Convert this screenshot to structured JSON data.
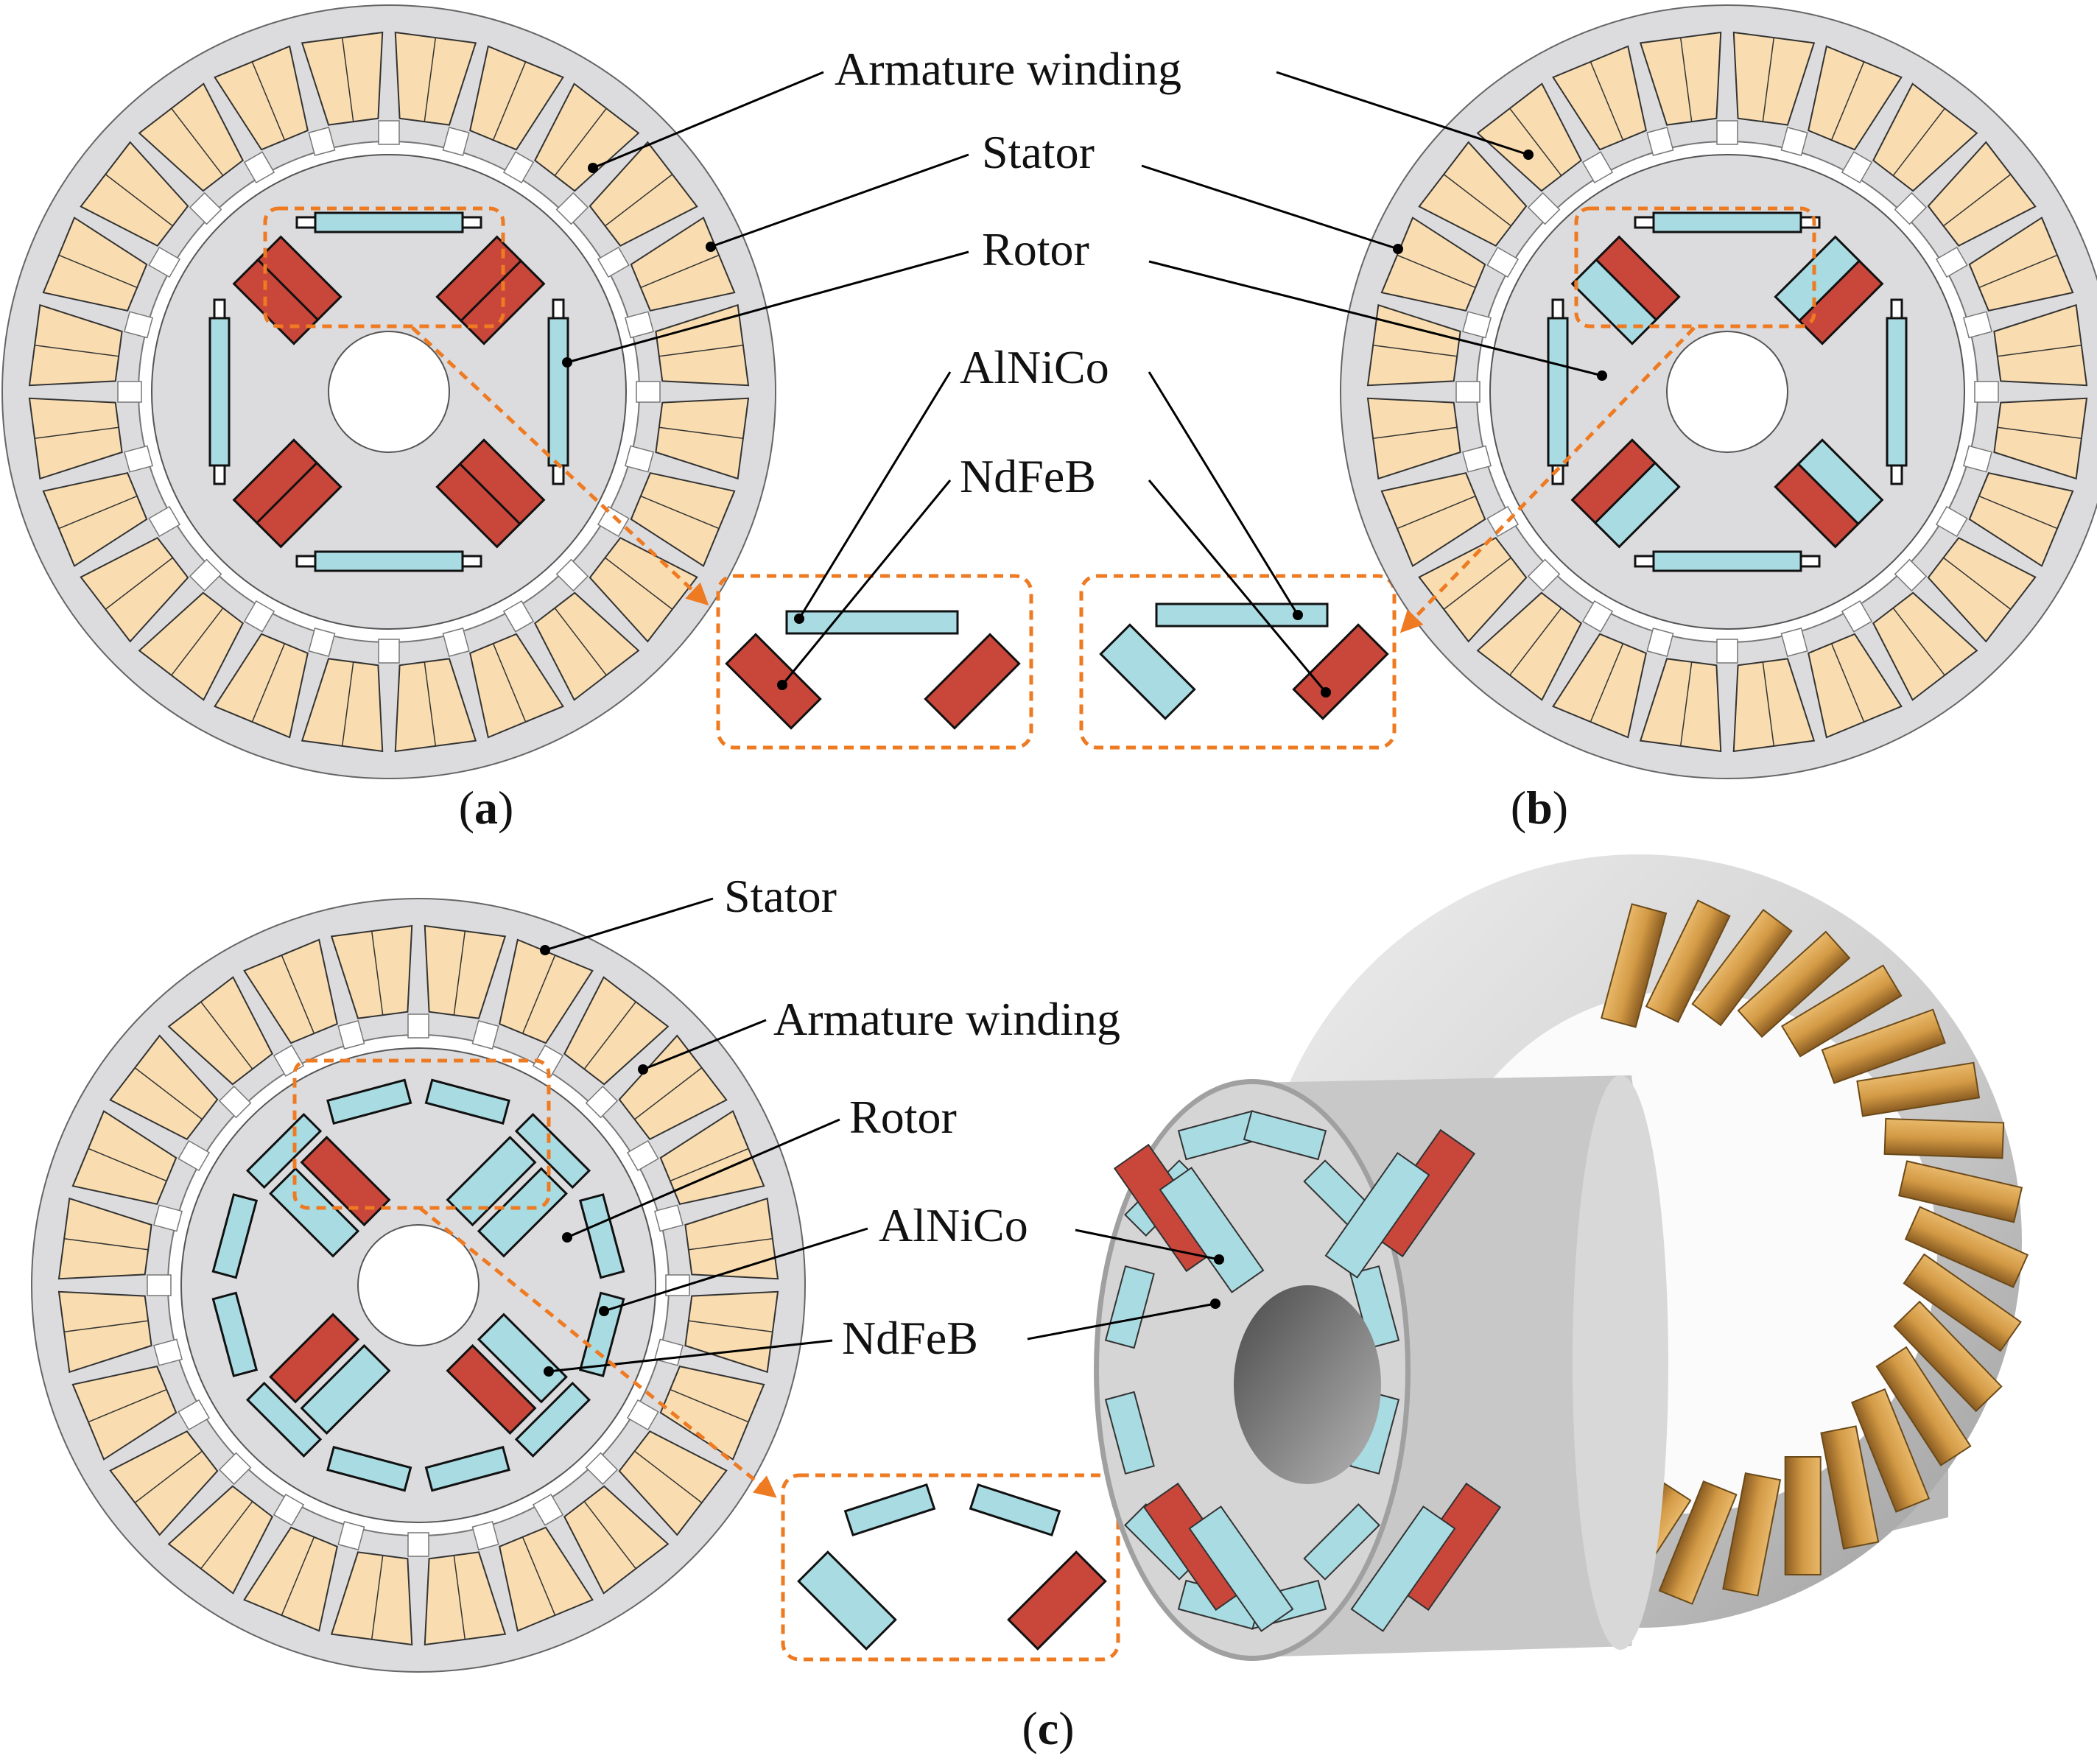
{
  "labels": {
    "armature": "Armature winding",
    "stator": "Stator",
    "rotor": "Rotor",
    "alnico": "AlNiCo",
    "ndfeb": "NdFeB"
  },
  "captions": {
    "a_letter": "a",
    "b_letter": "b",
    "c_letter": "c",
    "open": "(",
    "close": ")"
  },
  "colors": {
    "stator": "#dcdcde",
    "winding": "#f9ddb0",
    "alnico": "#a9dbe2",
    "ndfeb": "#c9463a",
    "dashed": "#ee7a22"
  }
}
